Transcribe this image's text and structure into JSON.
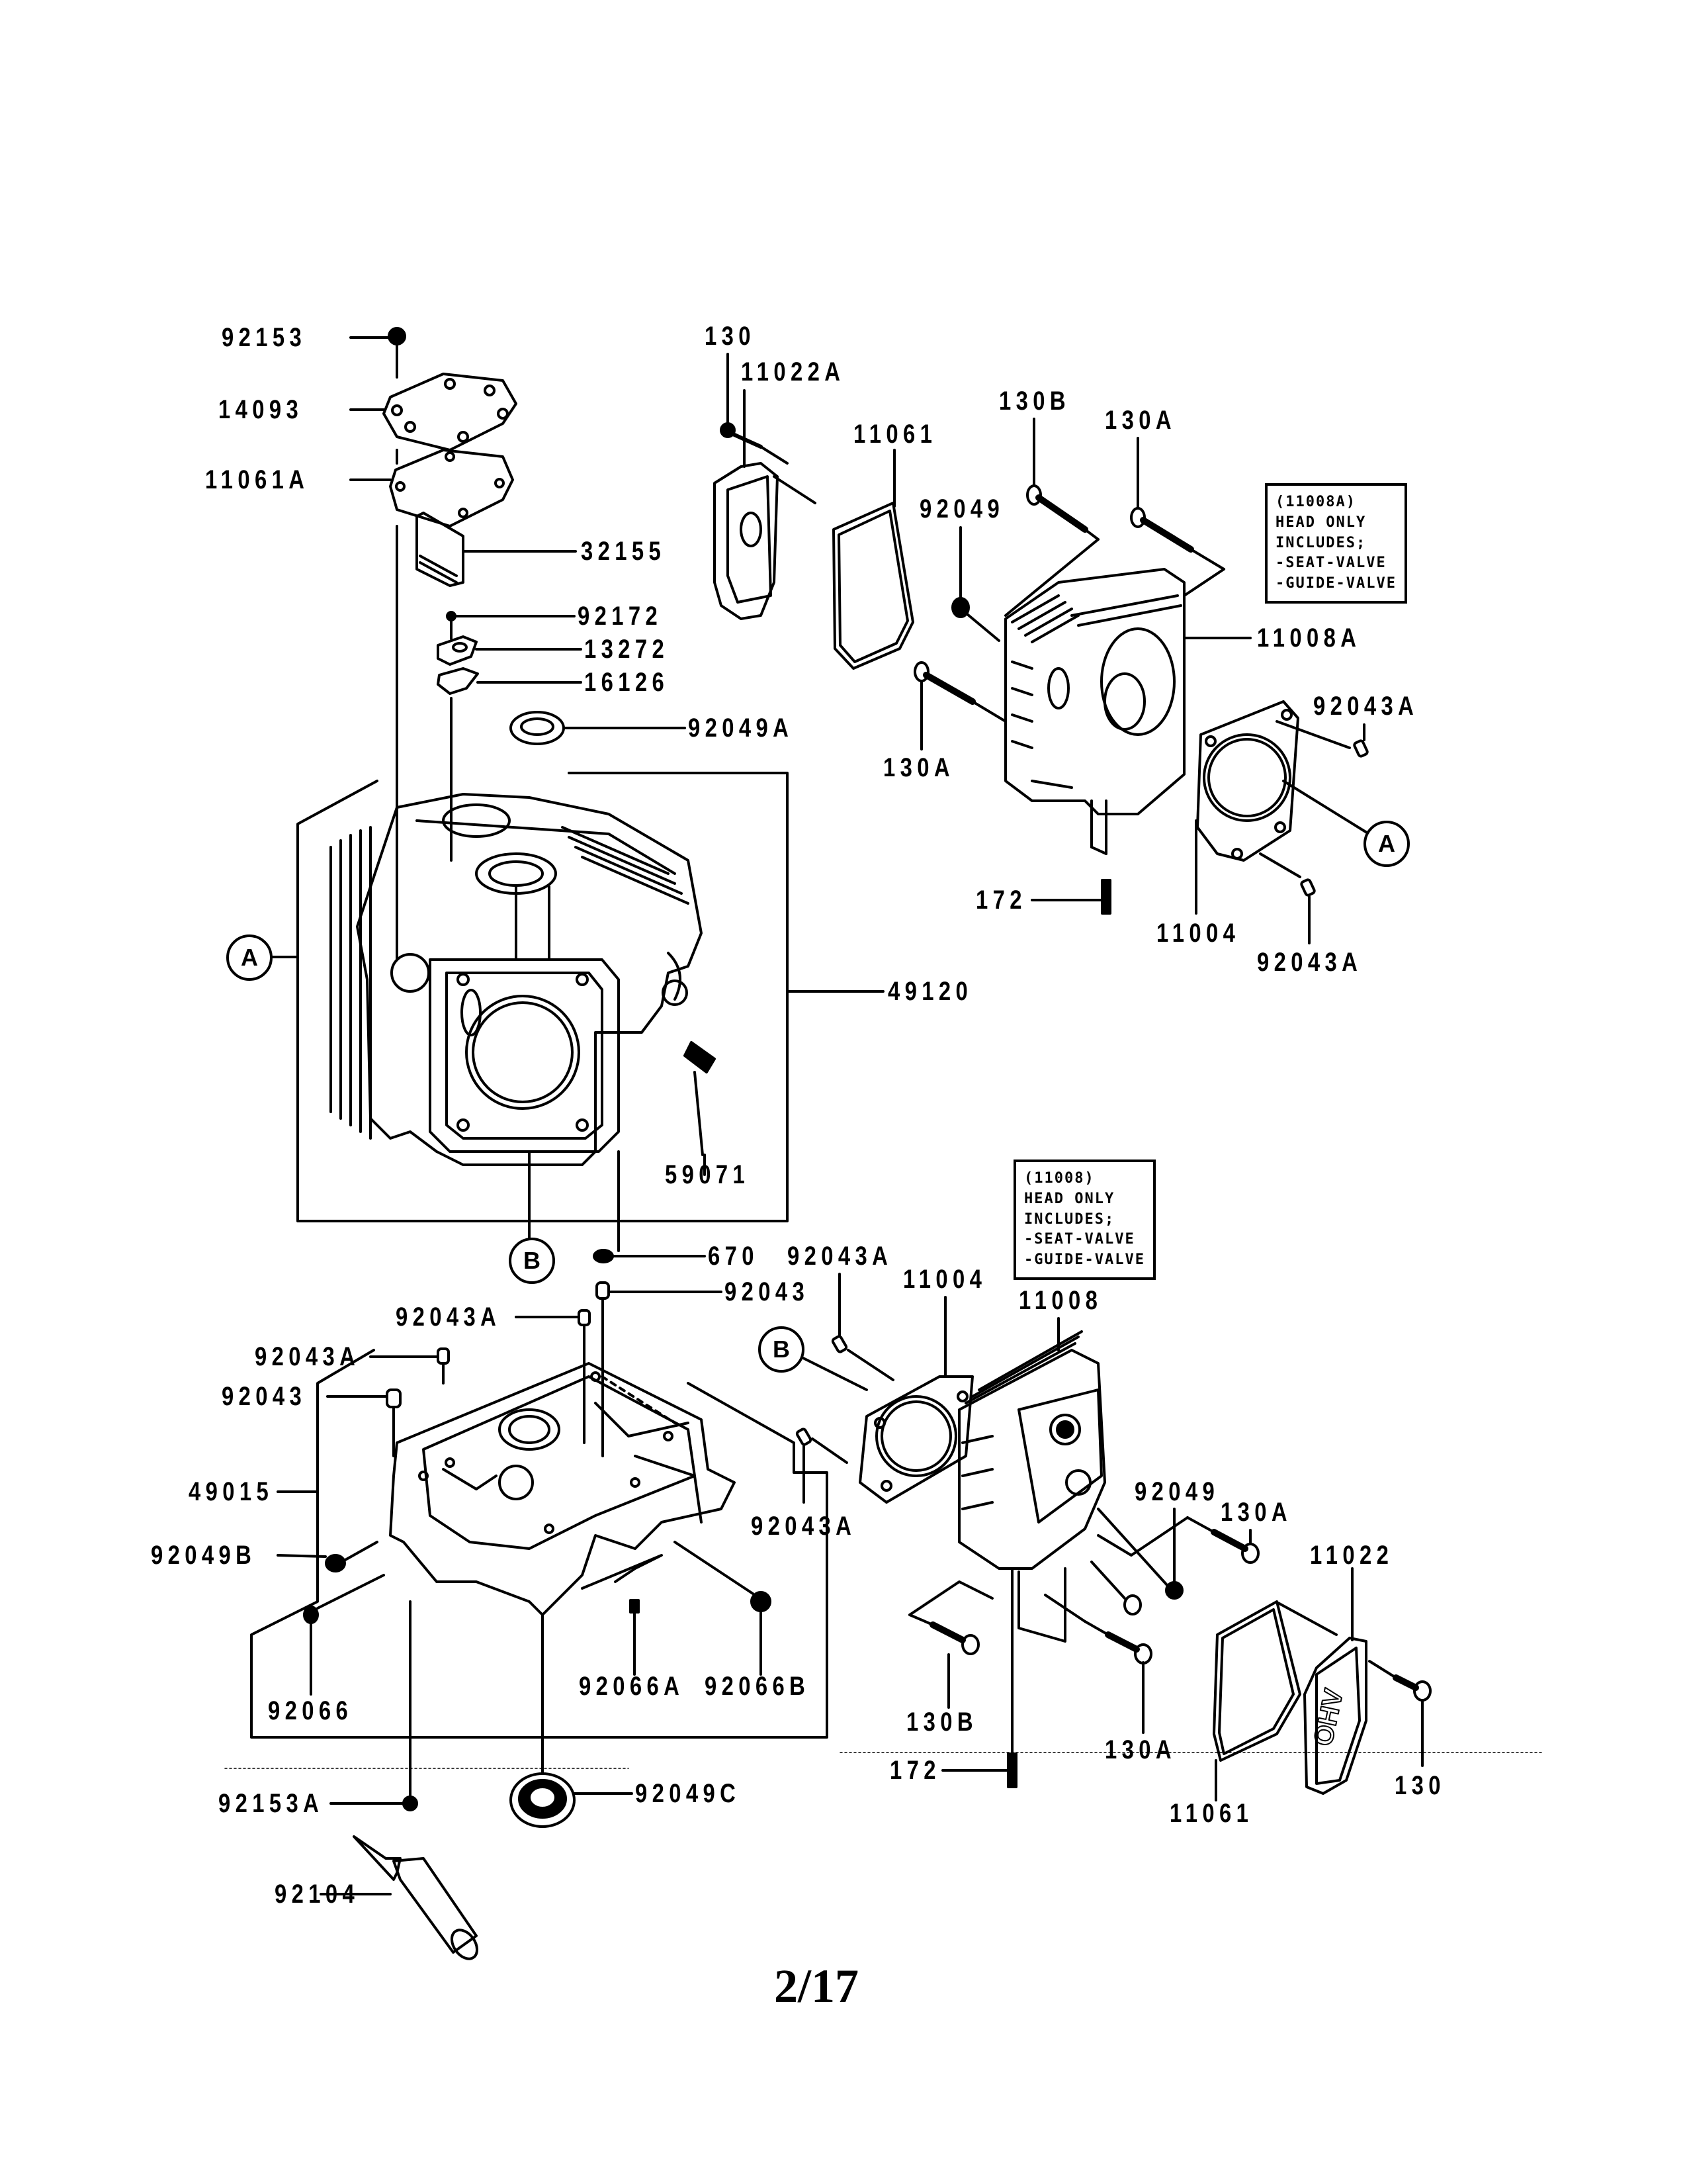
{
  "page": {
    "number": "2/17"
  },
  "callouts": {
    "A": "A",
    "B": "B"
  },
  "notes": {
    "head_11008A": [
      "(11008A)",
      "HEAD ONLY",
      "INCLUDES;",
      "-SEAT-VALVE",
      "-GUIDE-VALVE"
    ],
    "head_11008": [
      "(11008)",
      "HEAD ONLY",
      "INCLUDES;",
      "-SEAT-VALVE",
      "-GUIDE-VALVE"
    ]
  },
  "parts": {
    "upper_left": [
      "92153",
      "14093",
      "11061A",
      "32155",
      "92172",
      "13272",
      "16126",
      "92049A",
      "49120",
      "59071",
      "670",
      "92043"
    ],
    "upper_right": [
      "130",
      "11022A",
      "11061",
      "130B",
      "130A",
      "92049",
      "11008A",
      "92043A",
      "130A",
      "172",
      "11004",
      "92043A"
    ],
    "lower_left": [
      "92043A",
      "92043A",
      "92043",
      "49015",
      "92049B",
      "92066",
      "92066A",
      "92066B",
      "92153A",
      "92049C",
      "92104"
    ],
    "lower_right": [
      "92043A",
      "11004",
      "11008",
      "130A",
      "92049",
      "92043A",
      "11022",
      "130B",
      "130A",
      "172",
      "130",
      "11061"
    ]
  }
}
